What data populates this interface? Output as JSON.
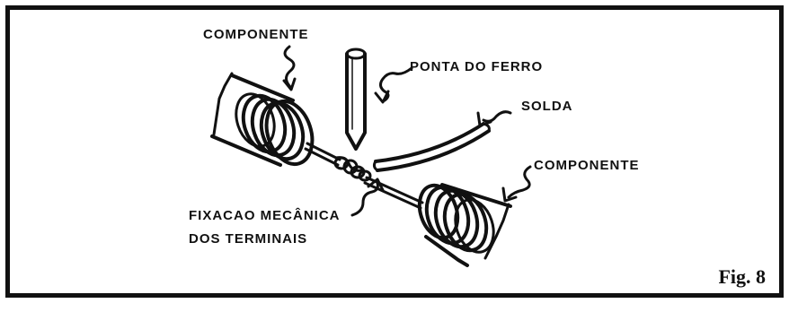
{
  "labels": {
    "componente_top": "COMPONENTE",
    "ponta_do_ferro": "PONTA DO FERRO",
    "solda": "SOLDA",
    "componente_right": "COMPONENTE",
    "fixacao_line1": "FIXACAO MECÂNICA",
    "fixacao_line2": "DOS TERMINAIS"
  },
  "figure_label": "Fig. 8"
}
